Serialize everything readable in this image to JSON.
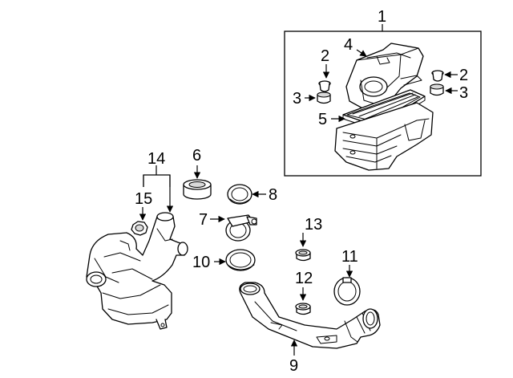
{
  "callouts": {
    "c1": "1",
    "c2_left": "2",
    "c2_right": "2",
    "c3_left": "3",
    "c3_right": "3",
    "c4": "4",
    "c5": "5",
    "c6": "6",
    "c7": "7",
    "c8": "8",
    "c9": "9",
    "c10": "10",
    "c11": "11",
    "c12": "12",
    "c13": "13",
    "c14": "14",
    "c15": "15"
  }
}
